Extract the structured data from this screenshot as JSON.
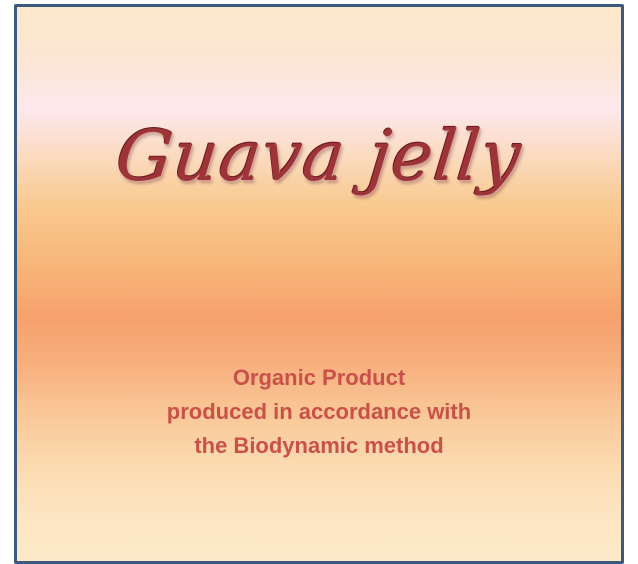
{
  "label": {
    "title": "Guava jelly",
    "description_lines": [
      "Organic Product",
      "produced in accordance with",
      "the Biodynamic method"
    ]
  },
  "colors": {
    "border": "#3c5a80",
    "title_text": "#9c3438",
    "description_text": "#c8524a",
    "gradient_top": "#fbe8cc",
    "gradient_middle": "#f6a16c"
  }
}
